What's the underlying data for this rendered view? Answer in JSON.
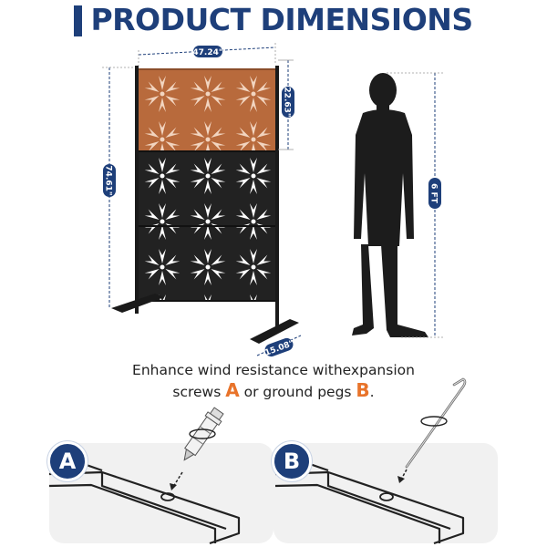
{
  "header": {
    "title": "PRODUCT DIMENSIONS"
  },
  "dimensions": {
    "width": "47.24\"",
    "panel_height": "22.63\"",
    "total_height": "74.61\"",
    "base_depth": "15.08\"",
    "person_height": "6 FT"
  },
  "instruction": {
    "line1": "Enhance wind resistance withexpansion",
    "line2_a": "screws ",
    "option_a": "A",
    "line2_b": " or ground pegs ",
    "option_b": "B",
    "line2_end": "."
  },
  "panels": [
    {
      "badge": "A",
      "item": "expansion-screw"
    },
    {
      "badge": "B",
      "item": "ground-peg"
    }
  ],
  "colors": {
    "brand": "#1e3f7a",
    "accent": "#e8732a",
    "rust_panel": "#b86a3c",
    "black_panel": "#222222"
  }
}
